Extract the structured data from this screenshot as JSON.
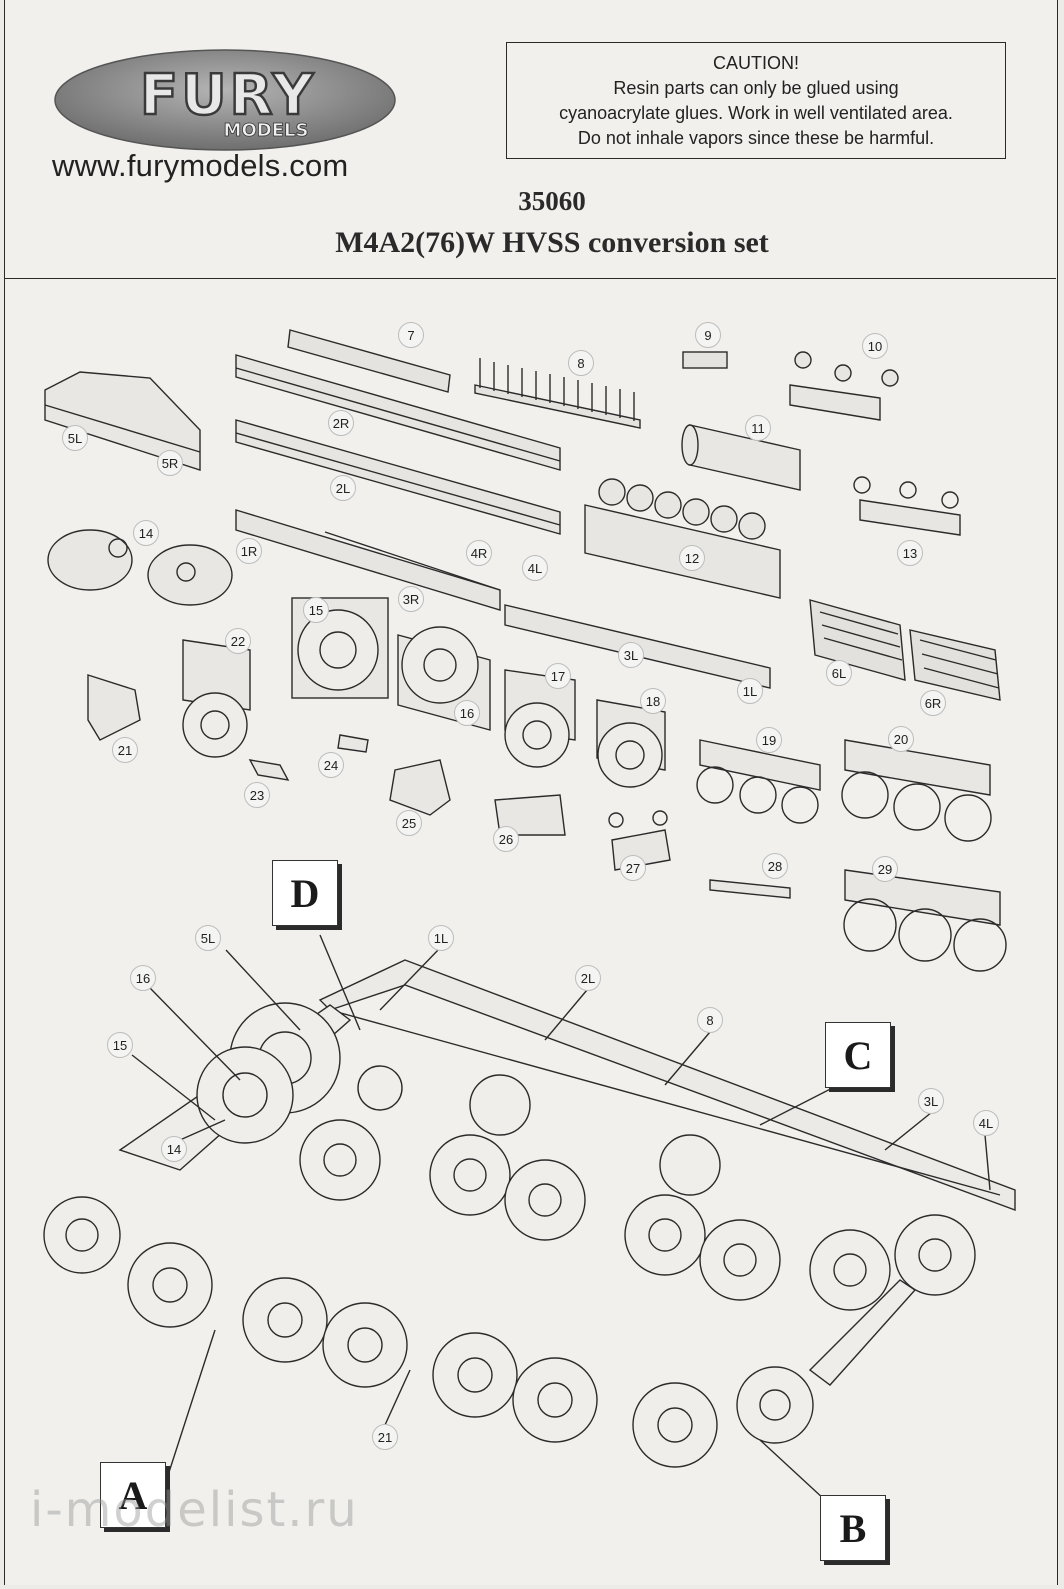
{
  "header": {
    "logo_top": "FURY",
    "logo_bottom": "MODELS",
    "website": "www.furymodels.com",
    "caution": {
      "title": "CAUTION!",
      "line1": "Resin parts can only be glued using",
      "line2": "cyanoacrylate glues. Work in well ventilated area.",
      "line3": "Do not inhale vapors since these be harmful."
    },
    "kit_number": "35060",
    "kit_title": "M4A2(76)W HVSS conversion set"
  },
  "parts": {
    "p7": "7",
    "p8": "8",
    "p9": "9",
    "p10": "10",
    "p11": "11",
    "p12": "12",
    "p13": "13",
    "p14": "14",
    "p15": "15",
    "p16": "16",
    "p17": "17",
    "p18": "18",
    "p19": "19",
    "p20": "20",
    "p21": "21",
    "p22": "22",
    "p23": "23",
    "p24": "24",
    "p25": "25",
    "p26": "26",
    "p27": "27",
    "p28": "28",
    "p29": "29",
    "p1R": "1R",
    "p1L": "1L",
    "p2R": "2R",
    "p2L": "2L",
    "p3R": "3R",
    "p3L": "3L",
    "p4R": "4R",
    "p4L": "4L",
    "p5L": "5L",
    "p5R": "5R",
    "p6L": "6L",
    "p6R": "6R"
  },
  "assembly": {
    "a5L": "5L",
    "a1L": "1L",
    "a2L": "2L",
    "a8": "8",
    "a16": "16",
    "a15": "15",
    "a14": "14",
    "a3L": "3L",
    "a4L": "4L",
    "a21": "21"
  },
  "callouts": {
    "A": "A",
    "B": "B",
    "C": "C",
    "D": "D"
  },
  "watermark": "i-modelist.ru",
  "colors": {
    "ink": "#2a2a2a",
    "paper": "#f1f0ed",
    "logo_oval": "#8d8d8d"
  }
}
